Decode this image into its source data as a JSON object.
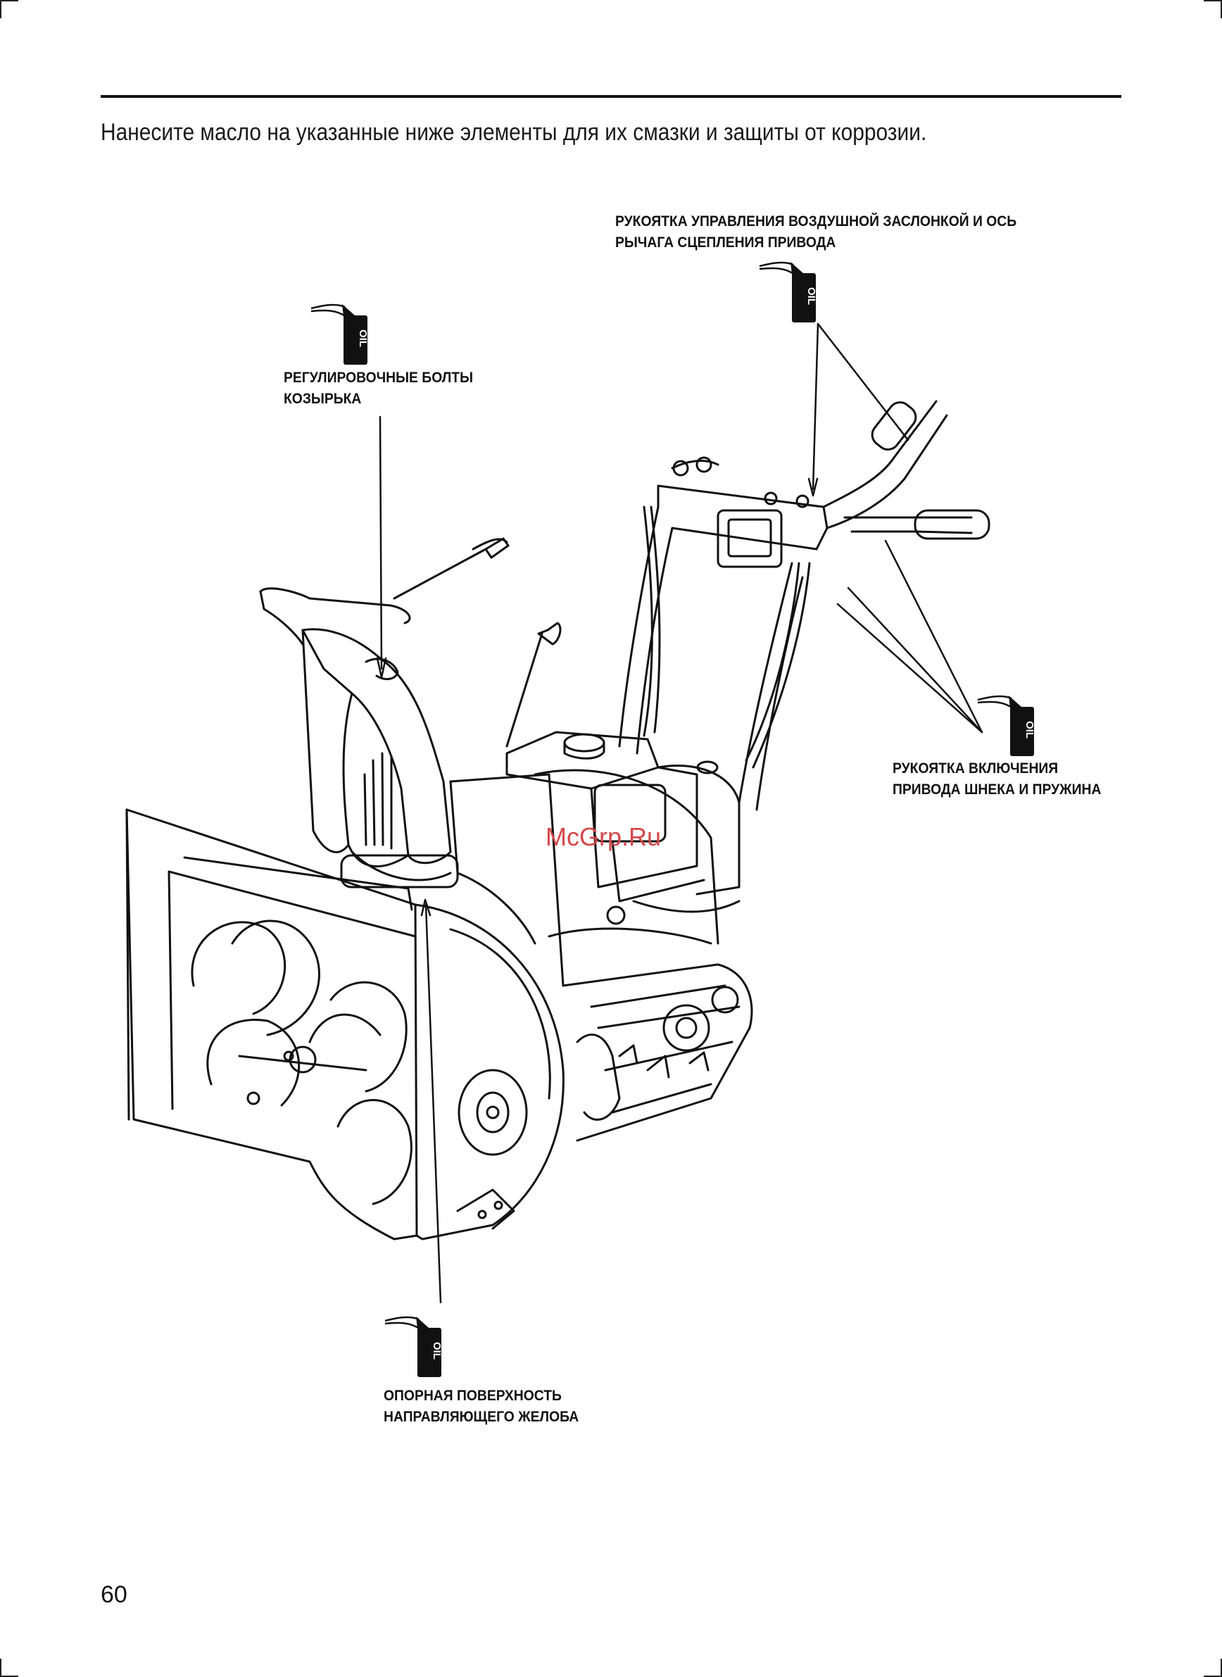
{
  "page": {
    "intro_text": "Нанесите масло на указанные ниже элементы для их смазки и защиты от коррозии.",
    "page_number": "60",
    "watermark": "McGrp.Ru"
  },
  "callouts": {
    "choke_lever": {
      "line1": "РУКОЯТКА УПРАВЛЕНИЯ ВОЗДУШНОЙ ЗАСЛОНКОЙ И ОСЬ",
      "line2": "РЫЧАГА СЦЕПЛЕНИЯ ПРИВОДА"
    },
    "deflector_bolts": {
      "line1": "РЕГУЛИРОВОЧНЫЕ БОЛТЫ",
      "line2": "КОЗЫРЬКА"
    },
    "auger_lever": {
      "line1": "РУКОЯТКА ВКЛЮЧЕНИЯ",
      "line2": "ПРИВОДА ШНЕКА И ПРУЖИНА"
    },
    "chute_surface": {
      "line1": "ОПОРНАЯ ПОВЕРХНОСТЬ",
      "line2": "НАПРАВЛЯЮЩЕГО ЖЕЛОБА"
    }
  },
  "oil_can_label": "OIL"
}
